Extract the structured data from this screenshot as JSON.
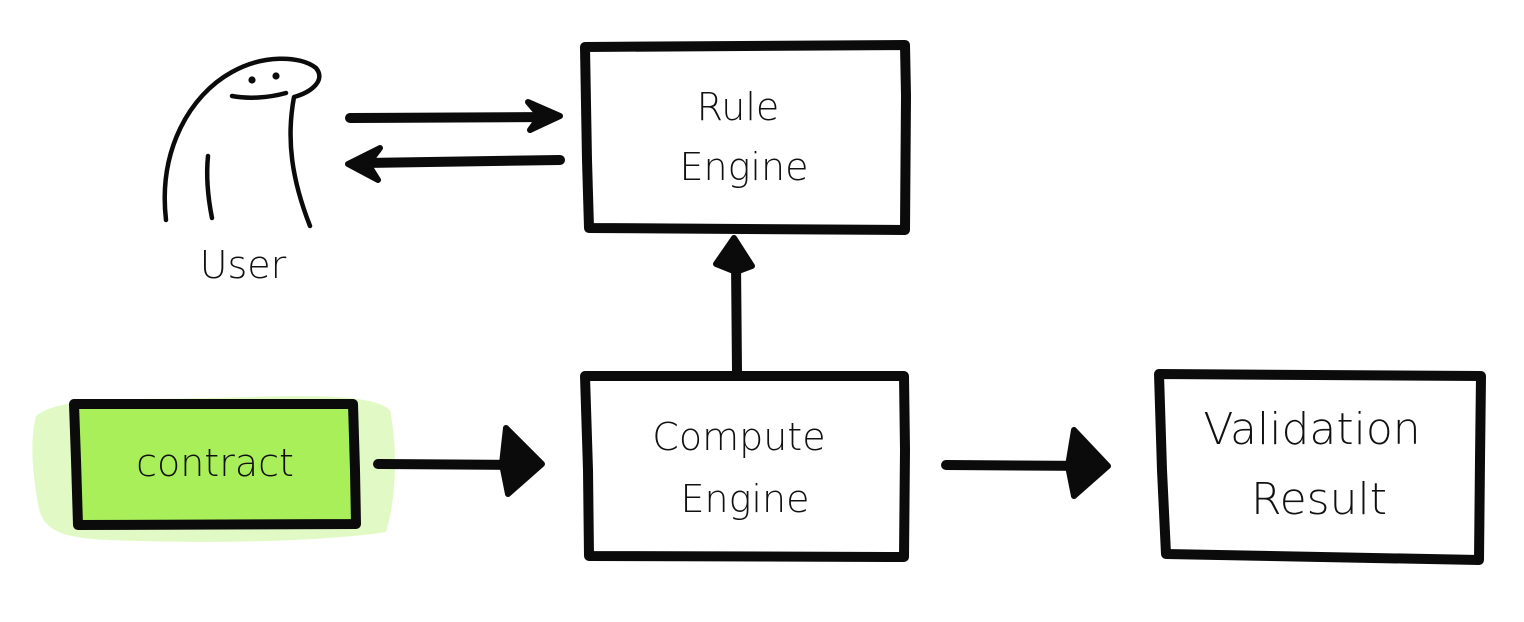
{
  "nodes": {
    "user": {
      "label": "User"
    },
    "rule_engine": {
      "label_lines": [
        "Rule",
        "Engine"
      ]
    },
    "contract": {
      "label": "contract",
      "highlight_color": "#a8ef5a"
    },
    "compute_engine": {
      "label_lines": [
        "Compute",
        "Engine"
      ]
    },
    "validation_result": {
      "label_lines": [
        "Validation",
        "Result"
      ]
    }
  },
  "edges": [
    {
      "from": "User",
      "to": "Rule Engine"
    },
    {
      "from": "Rule Engine",
      "to": "User"
    },
    {
      "from": "Compute Engine",
      "to": "Rule Engine"
    },
    {
      "from": "contract",
      "to": "Compute Engine"
    },
    {
      "from": "Compute Engine",
      "to": "Validation Result"
    }
  ],
  "style": {
    "ink_color": "#0b0b0b",
    "background": "#ffffff"
  }
}
